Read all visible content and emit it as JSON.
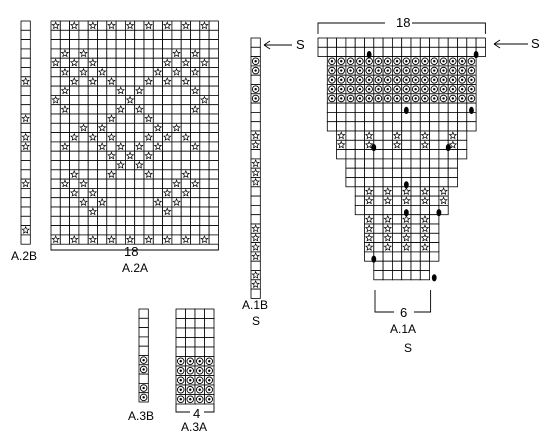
{
  "colors": {
    "line": "#000000",
    "background": "#ffffff"
  },
  "symbols": {
    "blank": "",
    "star-icon": "☆",
    "circle-icon": "◎",
    "dot": "●"
  },
  "charts": {
    "a2b": {
      "name": "A.2B"
    },
    "a2a": {
      "name": "A.2A",
      "count": "18"
    },
    "a1b": {
      "name": "A.1B",
      "size": "S",
      "start_mark": "S"
    },
    "a1a": {
      "name": "A.1A",
      "size": "S",
      "top_count": "18",
      "bottom_count": "6",
      "start_mark": "S"
    },
    "a3b": {
      "name": "A.3B"
    },
    "a3a": {
      "name": "A.3A",
      "count": "4"
    }
  }
}
